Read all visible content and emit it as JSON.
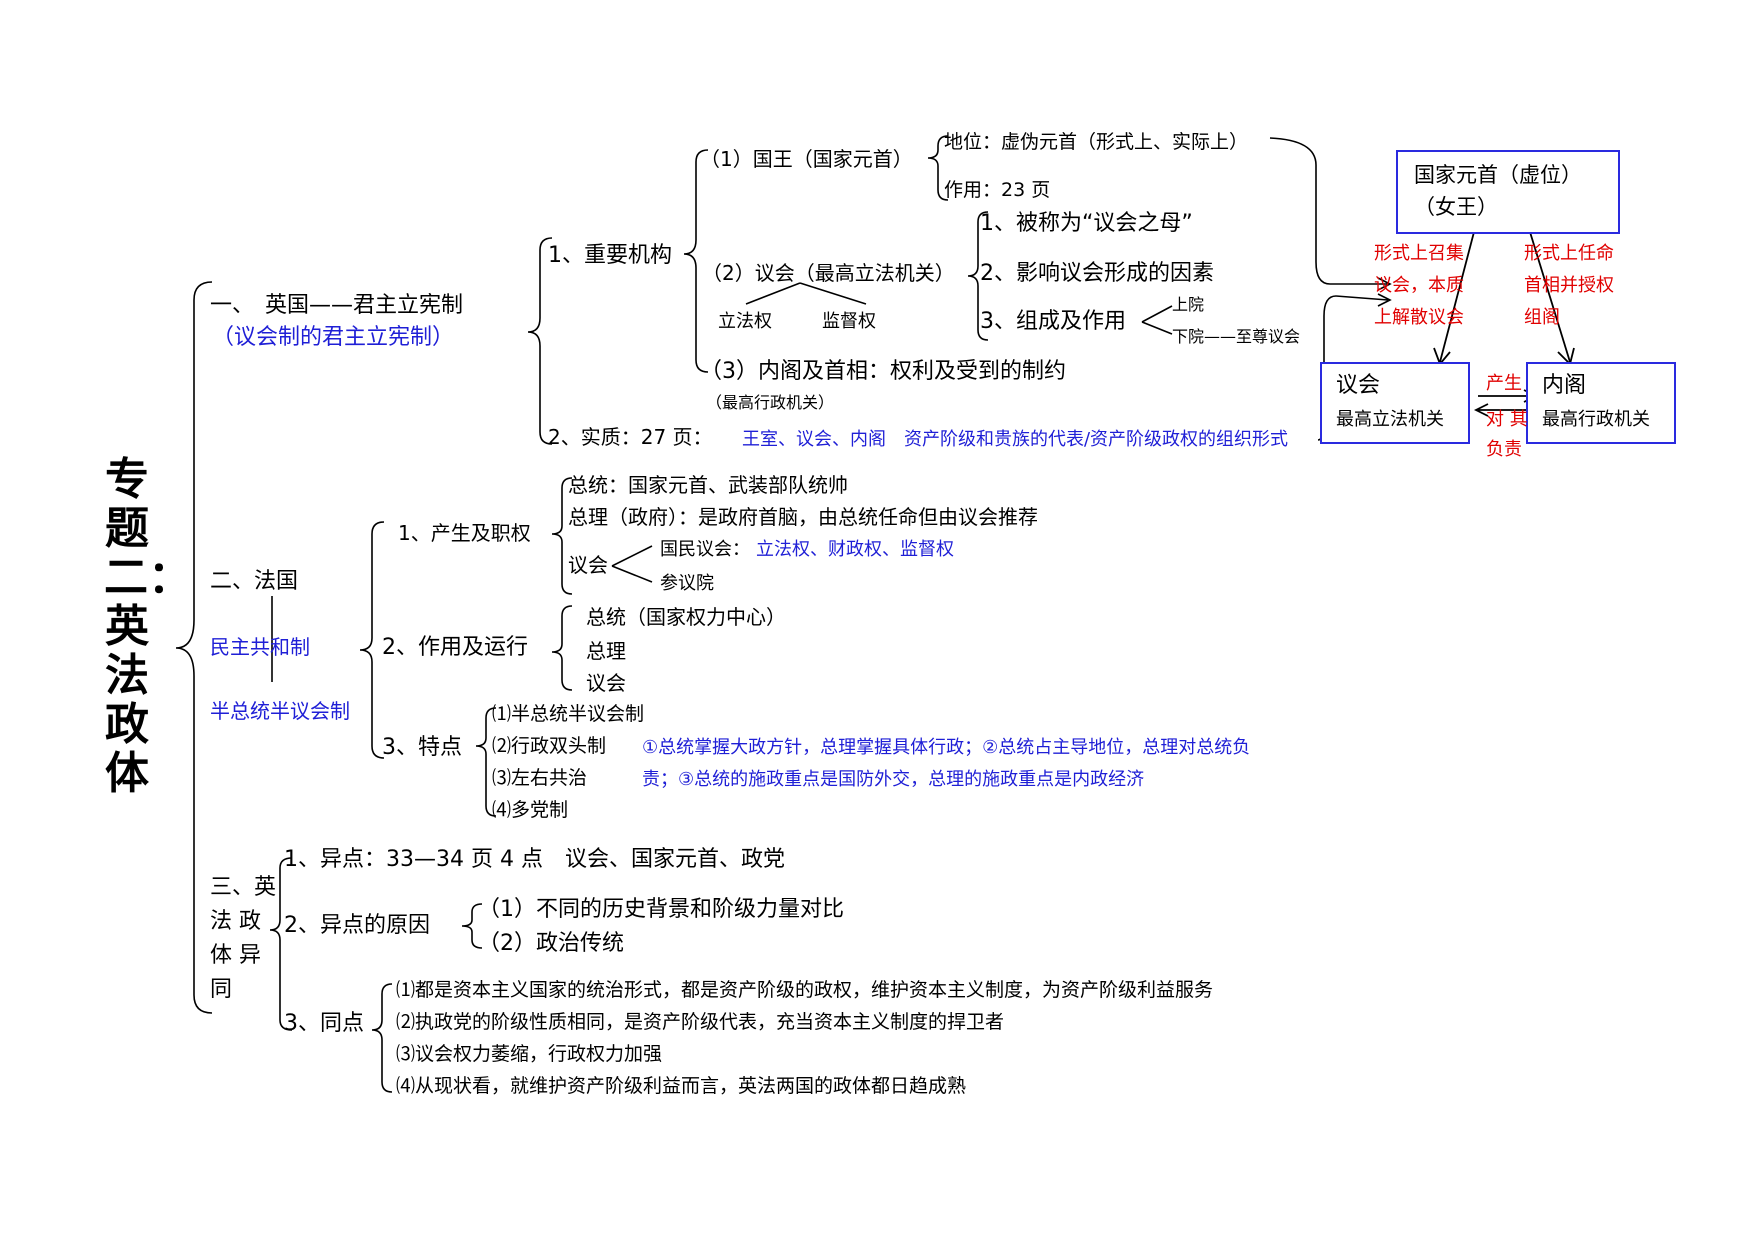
{
  "title": "专题二：英法政体",
  "uk": {
    "heading": "一、　英国——君主立宪制",
    "subtitle": "（议会制的君主立宪制）",
    "jigou": "1、重要机构",
    "king": "（1）国王（国家元首）",
    "king_status": "地位：虚伪元首（形式上、实际上）",
    "king_role": "作用：23 页",
    "parliament": "（2）议会（最高立法机关）",
    "legislative": "立法权",
    "supervision": "监督权",
    "p_item1": "1、被称为“议会之母”",
    "p_item2": "2、影响议会形成的因素",
    "p_item3": "3、组成及作用",
    "upper": "上院",
    "lower": "下院——至尊议会",
    "cabinet": "（3）内阁及首相：权利及受到的制约",
    "cabinet_note": "（最高行政机关）",
    "essence_label": "2、实质：27 页：",
    "essence_text": "王室、议会、内阁　资产阶级和贵族的代表/资产阶级政权的组织形式"
  },
  "uk_diagram": {
    "head_of_state": "国家元首（虚位）",
    "queen": "（女王）",
    "left_note_1": "形式上召集",
    "left_note_2": "议会，本质",
    "left_note_3": "上解散议会",
    "right_note_1": "形式上任命",
    "right_note_2": "首相并授权",
    "right_note_3": "组阁",
    "parliament_title": "议会",
    "parliament_sub": "最高立法机关",
    "cabinet_title": "内阁",
    "cabinet_sub": "最高行政机关",
    "mid_note_1": "产生",
    "mid_note_2": "对 其",
    "mid_note_3": "负责"
  },
  "france": {
    "heading": "二、法国",
    "type1": "民主共和制",
    "type2": "半总统半议会制",
    "s1": "1、产生及职权",
    "s1_a": "总统：国家元首、武装部队统帅",
    "s1_b": "总理（政府）：是政府首脑，由总统任命但由议会推荐",
    "s1_c": "议会",
    "national_assembly": "国民议会：",
    "na_powers": "立法权、财政权、监督权",
    "senate": "参议院",
    "s2": "2、作用及运行",
    "s2_a": "总统（国家权力中心）",
    "s2_b": "总理",
    "s2_c": "议会",
    "s3": "3、特点",
    "s3_a": "⑴半总统半议会制",
    "s3_b": "⑵行政双头制",
    "s3_c": "⑶左右共治",
    "s3_d": "⑷多党制",
    "s3_note1": "①总统掌握大政方针，总理掌握具体行政；②总统占主导地位，总理对总统负",
    "s3_note2": "责；③总统的施政重点是国防外交，总理的施政重点是内政经济"
  },
  "compare": {
    "heading_1": "三、英",
    "heading_2": "法 政",
    "heading_3": "体 异",
    "heading_4": "同",
    "d1": "1、异点：33—34 页  4 点　议会、国家元首、政党",
    "d2": "2、异点的原因",
    "d2_a": "（1）不同的历史背景和阶级力量对比",
    "d2_b": "（2）政治传统",
    "d3": "3、同点",
    "d3_a": "⑴都是资本主义国家的统治形式，都是资产阶级的政权，维护资本主义制度，为资产阶级利益服务",
    "d3_b": "⑵执政党的阶级性质相同，是资产阶级代表，充当资本主义制度的捍卫者",
    "d3_c": "⑶议会权力萎缩，行政权力加强",
    "d3_d": "⑷从现状看，就维护资产阶级利益而言，英法两国的政体都日趋成熟"
  }
}
